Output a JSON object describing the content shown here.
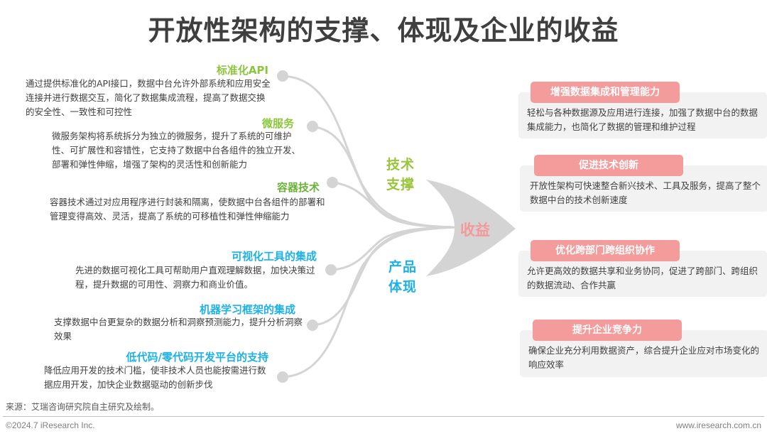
{
  "title": "开放性架构的支撑、体现及企业的收益",
  "left_items": [
    {
      "heading": "标准化API",
      "group": "tech",
      "text": "通过提供标准化的API接口，数据中台允许外部系统和应用安全连接并进行数据交互，简化了数据集成流程，提高了数据交换的安全性、一致性和可控性"
    },
    {
      "heading": "微服务",
      "group": "tech",
      "text": "微服务架构将系统拆分为独立的微服务，提升了系统的可维护性、可扩展性和容错性，它支持了数据中台各组件的独立开发、部署和弹性伸缩，增强了架构的灵活性和创新能力"
    },
    {
      "heading": "容器技术",
      "group": "tech",
      "text": "容器技术通过对应用程序进行封装和隔离，使数据中台各组件的部署和管理变得高效、灵活，提高了系统的可移植性和弹性伸缩能力"
    },
    {
      "heading": "可视化工具的集成",
      "group": "product",
      "text": "先进的数据可视化工具可帮助用户直观理解数据，加快决策过程，提升数据的可用性、洞察力和商业价值。"
    },
    {
      "heading": "机器学习框架的集成",
      "group": "product",
      "text": "支撑数据中台更复杂的数据分析和洞察预测能力，提升分析洞察效果"
    },
    {
      "heading": "低代码/零代码开发平台的支持",
      "group": "product",
      "text": "降低应用开发的技术门槛，使非技术人员也能按需进行数据应用开发，加快企业数据驱动的创新步伐"
    }
  ],
  "categories": {
    "tech": {
      "line1": "技术",
      "line2": "支撑",
      "color": "#9ac43a"
    },
    "product": {
      "line1": "产品",
      "line2": "体现",
      "color": "#1fb1e6"
    }
  },
  "center_label": "收益",
  "benefits": [
    {
      "tag": "增强数据集成和管理能力",
      "text": "轻松与各种数据源及应用进行连接，加强了数据中台的数据集成能力，也简化了数据的管理和维护过程"
    },
    {
      "tag": "促进技术创新",
      "text": "开放性架构可快速整合新兴技术、工具及服务，提高了整个数据中台的技术创新速度"
    },
    {
      "tag": "优化跨部门跨组织协作",
      "text": "允许更高效的数据共享和业务协同，促进了跨部门、跨组织的数据流动、合作共赢"
    },
    {
      "tag": "提升企业竞争力",
      "text": "确保企业充分利用数据资产，综合提升企业应对市场变化的响应效率"
    }
  ],
  "colors": {
    "tech_heading": "#8cc63f",
    "product_heading": "#1fb1e6",
    "benefit_tag": "#f49b9b",
    "benefit_center": "#f29a9a",
    "connector": "#d4d4d4"
  },
  "footer": {
    "source": "来源：艾瑞咨询研究院自主研究及绘制。",
    "copyright": "©2024.7 iResearch Inc.",
    "website": "www.iresearch.com.cn"
  }
}
